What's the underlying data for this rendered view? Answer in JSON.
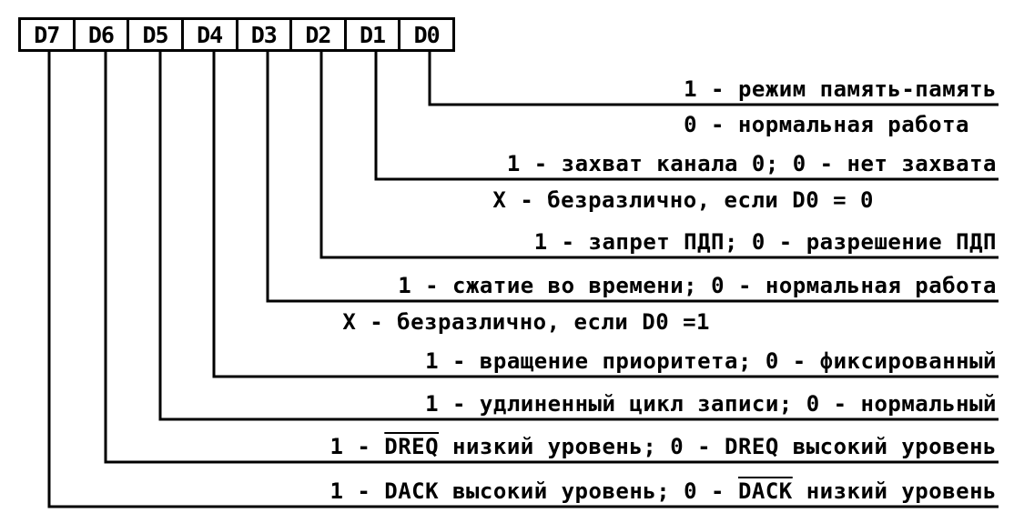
{
  "bits": [
    "D7",
    "D6",
    "D5",
    "D4",
    "D3",
    "D2",
    "D1",
    "D0"
  ],
  "rows": [
    {
      "bit": "D0",
      "line1": "1 - режим память-память",
      "line2": "0 - нормальная работа"
    },
    {
      "bit": "D1",
      "line1": "1 - захват канала 0; 0 - нет захвата",
      "line2": "X - безразлично, если D0 = 0"
    },
    {
      "bit": "D2",
      "line1": "1 - запрет ПДП; 0 - разрешение ПДП"
    },
    {
      "bit": "D3",
      "line1": "1 - сжатие во времени; 0 - нормальная работа",
      "line2": "X - безразлично, если  D0 =1"
    },
    {
      "bit": "D4",
      "line1": "1 - вращение приоритета; 0 - фиксированный"
    },
    {
      "bit": "D5",
      "line1": "1 - удлиненный цикл записи; 0 - нормальный"
    },
    {
      "bit": "D6",
      "line1_a": "1 - ",
      "line1_ol": "DREQ",
      "line1_b": " низкий уровень; 0 - DREQ высокий уровень"
    },
    {
      "bit": "D7",
      "line1_a": "1 - DACK высокий уровень; 0 - ",
      "line1_ol": "DACK",
      "line1_b": "  низкий уровень"
    }
  ]
}
